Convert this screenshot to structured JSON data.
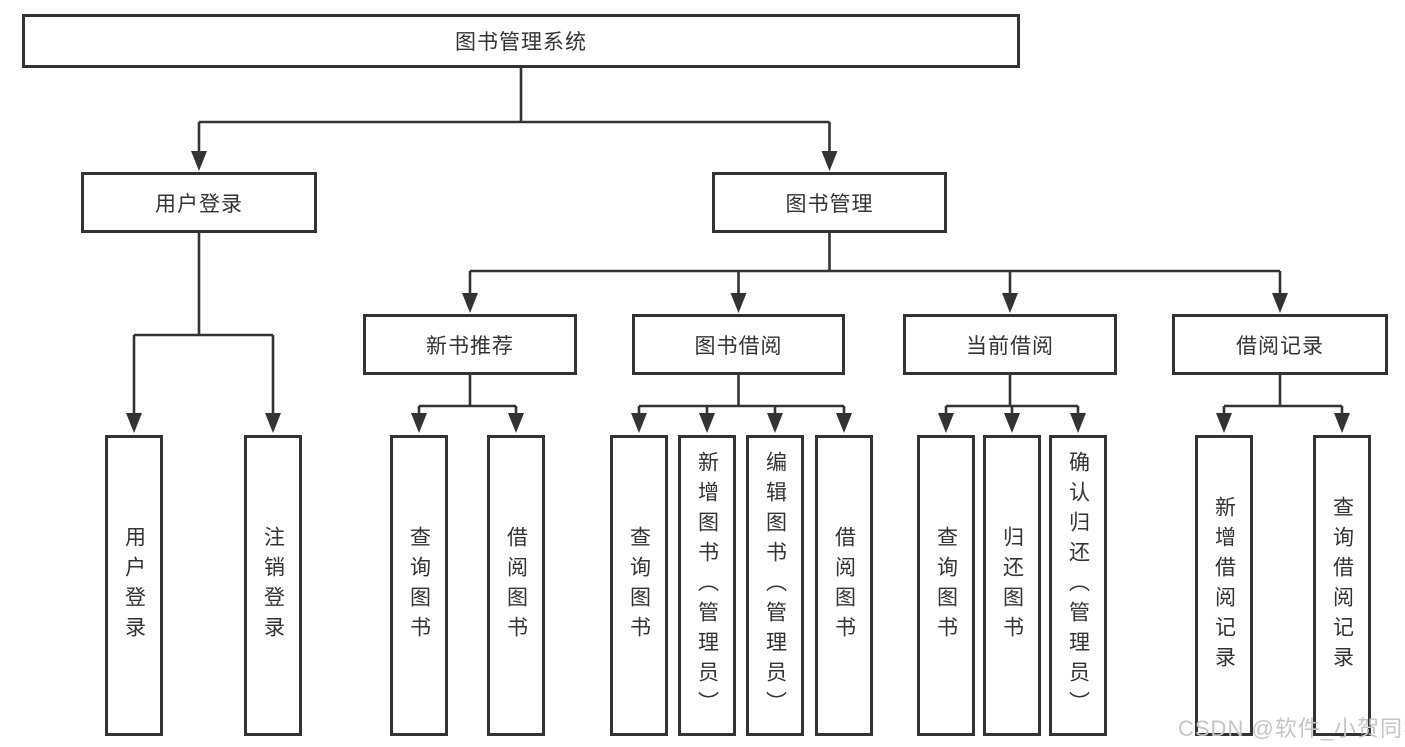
{
  "diagram": {
    "type": "tree",
    "tree": {
      "root": {
        "label": "图书管理系统"
      },
      "children": [
        {
          "label": "用户登录",
          "children": [
            {
              "label": "用户登录"
            },
            {
              "label": "注销登录"
            }
          ]
        },
        {
          "label": "图书管理",
          "children": [
            {
              "label": "新书推荐",
              "children": [
                {
                  "label": "查询图书"
                },
                {
                  "label": "借阅图书"
                }
              ]
            },
            {
              "label": "图书借阅",
              "children": [
                {
                  "label": "查询图书"
                },
                {
                  "label": "新增图书（管理员）"
                },
                {
                  "label": "编辑图书（管理员）"
                },
                {
                  "label": "借阅图书"
                }
              ]
            },
            {
              "label": "当前借阅",
              "children": [
                {
                  "label": "查询图书"
                },
                {
                  "label": "归还图书"
                },
                {
                  "label": "确认归还（管理员）"
                }
              ]
            },
            {
              "label": "借阅记录",
              "children": [
                {
                  "label": "新增借阅记录"
                },
                {
                  "label": "查询借阅记录"
                }
              ]
            }
          ]
        }
      ]
    }
  },
  "watermark": "CSDN @软件_小贺同学",
  "colors": {
    "line": "#333333",
    "text": "#333333",
    "background": "#ffffff",
    "watermark": "#c3c5c9"
  }
}
